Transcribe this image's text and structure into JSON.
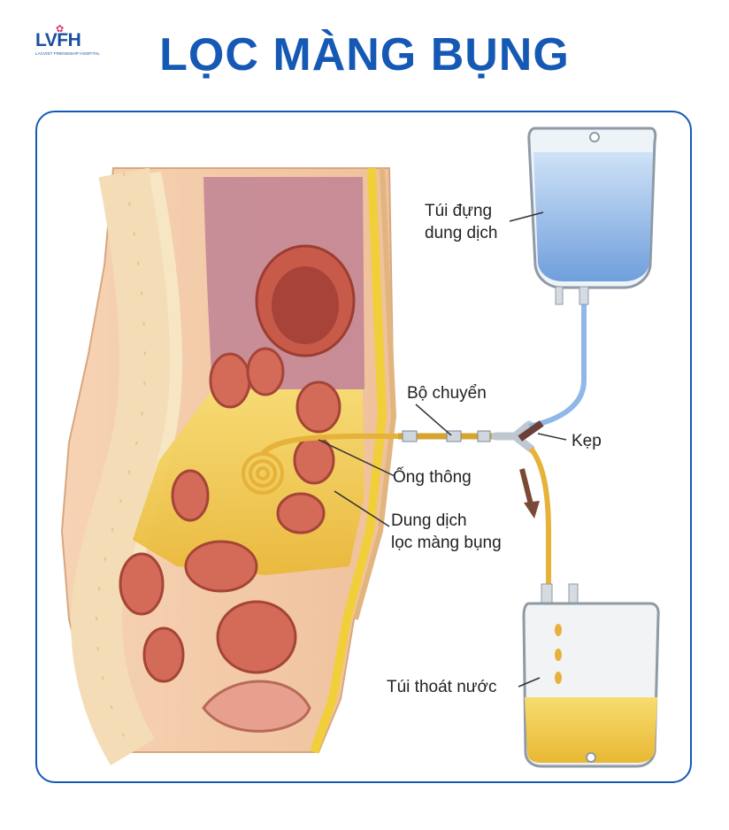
{
  "logo": {
    "text": "LVFH",
    "subtitle": "LACVIET FRIENDSHIP HOSPITAL"
  },
  "title": "LỌC MÀNG BỤNG",
  "labels": {
    "supply_bag": [
      "Túi đựng",
      "dung dịch"
    ],
    "transfer_set": "Bộ chuyển",
    "clamp": "Kẹp",
    "catheter": "Ống thông",
    "dialysate": [
      "Dung dịch",
      "lọc màng bụng"
    ],
    "drain_bag": "Túi thoát nước"
  },
  "colors": {
    "brand_blue": "#1559b5",
    "dialysate_yellow": "#f2c94c",
    "solution_blue": "#8fb8e8",
    "skin": "#f3cba8",
    "organ": "#c85a4a"
  }
}
